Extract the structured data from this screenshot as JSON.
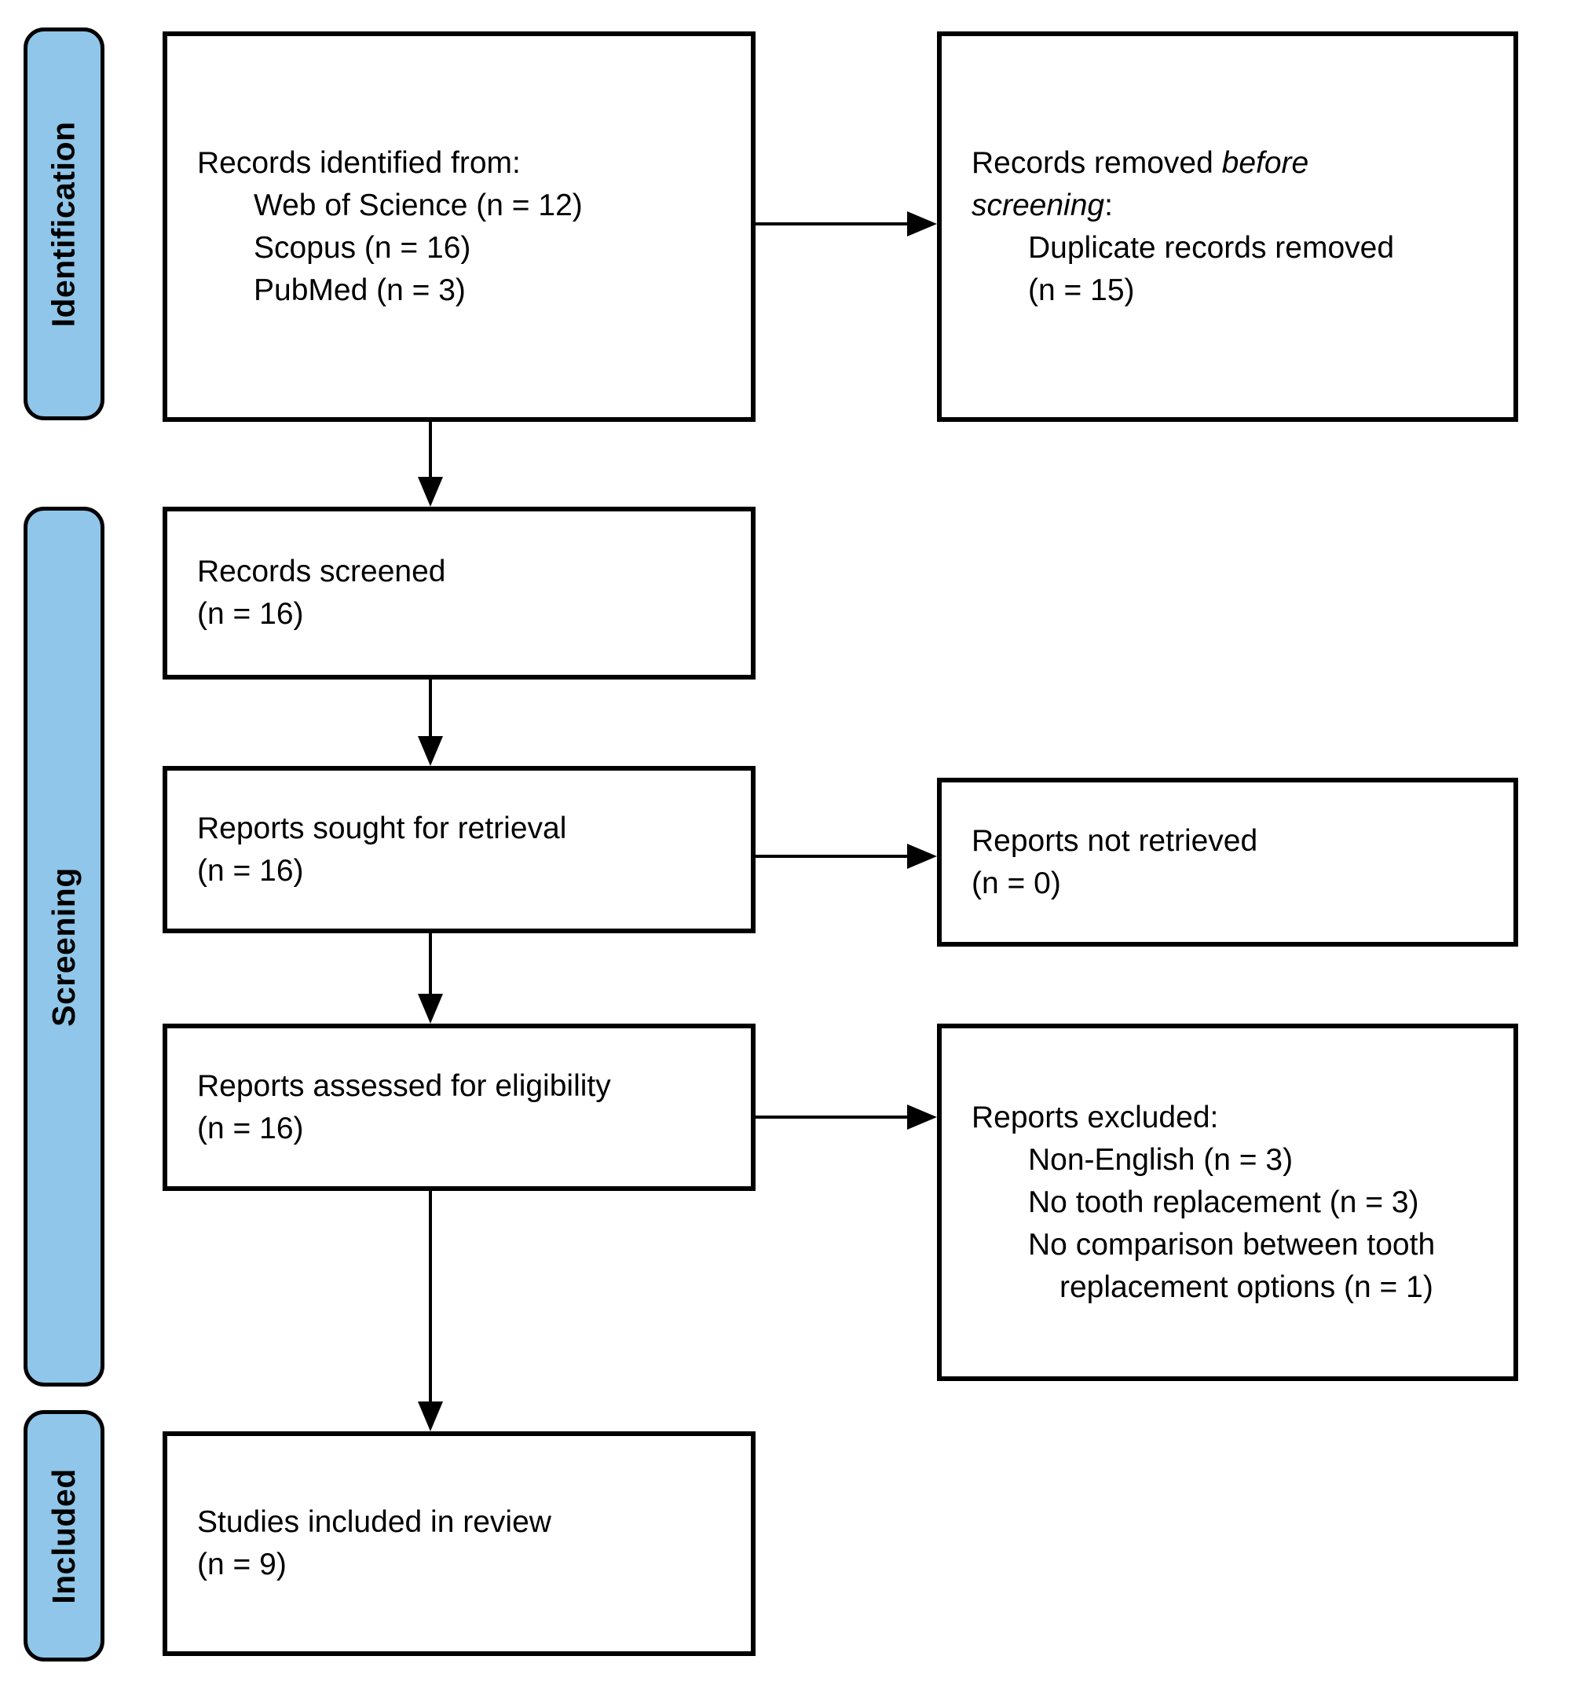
{
  "colors": {
    "sidebar_fill": "#8FC6E9",
    "border": "#000000",
    "background": "#FFFFFF",
    "text": "#000000"
  },
  "sidebar": {
    "identification_label": "Identification",
    "screening_label": "Screening",
    "included_label": "Included"
  },
  "flow": {
    "records_identified": {
      "title": "Records identified from:",
      "items": [
        "Web of Science (n = 12)",
        "Scopus (n = 16)",
        "PubMed (n = 3)"
      ]
    },
    "records_removed": {
      "line1_regular": "Records removed ",
      "line1_italic": "before",
      "line2_italic": "screening",
      "line2_regular": ":",
      "items": [
        "Duplicate records removed",
        "(n = 15)"
      ]
    },
    "records_screened": {
      "lines": [
        "Records screened",
        "(n = 16)"
      ]
    },
    "reports_sought": {
      "lines": [
        "Reports sought for retrieval",
        "(n = 16)"
      ]
    },
    "reports_not_retrieved": {
      "lines": [
        "Reports not retrieved",
        "(n = 0)"
      ]
    },
    "reports_assessed": {
      "lines": [
        "Reports assessed for eligibility",
        "(n = 16)"
      ]
    },
    "reports_excluded": {
      "title": "Reports excluded:",
      "items": [
        "Non-English (n = 3)",
        "No tooth replacement (n = 3)",
        "No comparison between tooth"
      ],
      "item_continuation": "replacement options (n = 1)"
    },
    "studies_included": {
      "lines": [
        "Studies included in review",
        "(n = 9)"
      ]
    }
  }
}
